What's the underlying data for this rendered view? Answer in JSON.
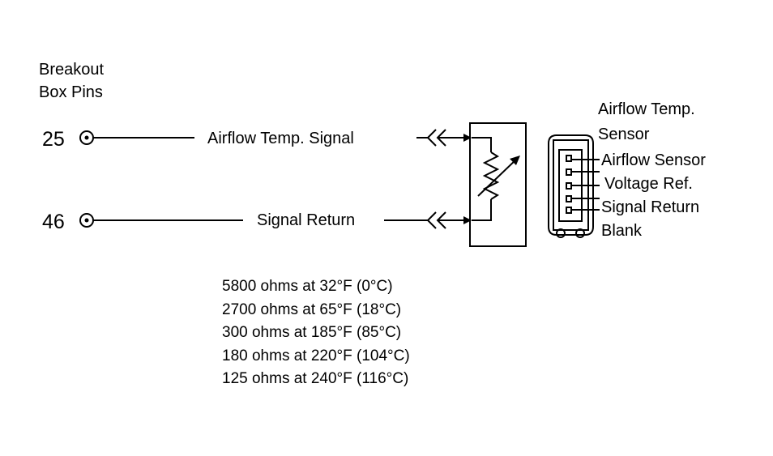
{
  "header": {
    "breakout_line1": "Breakout",
    "breakout_line2": "Box Pins"
  },
  "pins": [
    {
      "number": "25",
      "signal": "Airflow Temp. Signal"
    },
    {
      "number": "46",
      "signal": "Signal Return"
    }
  ],
  "sensor": {
    "title_line1": "Airflow Temp.",
    "title_line2": "Sensor",
    "terminals": [
      "Airflow Sensor",
      "Voltage Ref.",
      "Signal Return",
      "Blank"
    ]
  },
  "specs": [
    "5800 ohms at 32°F (0°C)",
    "2700 ohms at 65°F (18°C)",
    "300 ohms at 185°F (85°C)",
    "180 ohms at 220°F (104°C)",
    "125 ohms at 240°F (116°C)"
  ],
  "colors": {
    "ink": "#000000",
    "paper": "#ffffff"
  }
}
